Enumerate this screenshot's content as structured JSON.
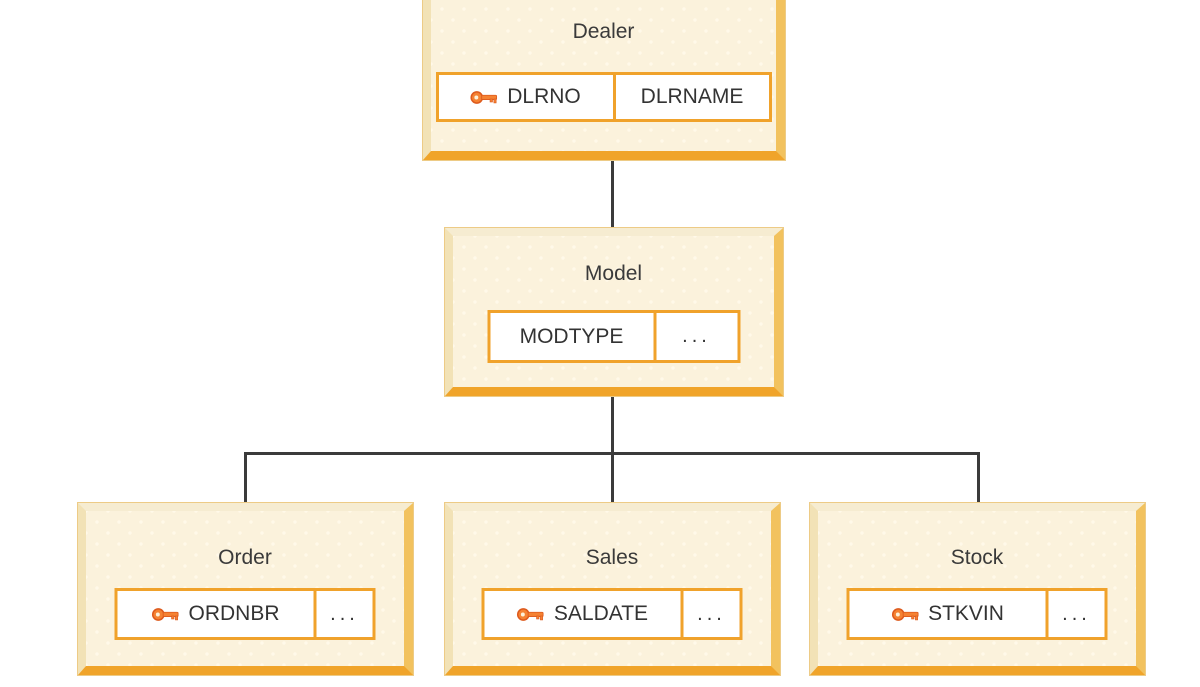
{
  "diagram": {
    "type": "entity-hierarchy",
    "nodes": [
      {
        "title": "Dealer",
        "fields": [
          {
            "name": "DLRNO",
            "key": true
          },
          {
            "name": "DLRNAME",
            "key": false
          }
        ]
      },
      {
        "title": "Model",
        "fields": [
          {
            "name": "MODTYPE",
            "key": false
          },
          {
            "name": "...",
            "key": false
          }
        ]
      },
      {
        "title": "Order",
        "fields": [
          {
            "name": "ORDNBR",
            "key": true
          },
          {
            "name": "...",
            "key": false
          }
        ]
      },
      {
        "title": "Sales",
        "fields": [
          {
            "name": "SALDATE",
            "key": true
          },
          {
            "name": "...",
            "key": false
          }
        ]
      },
      {
        "title": "Stock",
        "fields": [
          {
            "name": "STKVIN",
            "key": true
          },
          {
            "name": "...",
            "key": false
          }
        ]
      }
    ],
    "edges": [
      {
        "from": "Dealer",
        "to": "Model"
      },
      {
        "from": "Model",
        "to": "Order"
      },
      {
        "from": "Model",
        "to": "Sales"
      },
      {
        "from": "Model",
        "to": "Stock"
      }
    ],
    "icons": {
      "key_icon_meaning": "primary-key field"
    },
    "colors": {
      "box_fill": "#FBF2DC",
      "box_bevel_light": "#F6ECD1",
      "box_bevel_right": "#F2C25E",
      "box_bevel_bottom": "#F0A42A",
      "field_border": "#F0A22B",
      "key_orange": "#F58232",
      "key_outline": "#DD5A1D",
      "connector": "#3B3B3B",
      "text": "#3A3A3A"
    }
  }
}
